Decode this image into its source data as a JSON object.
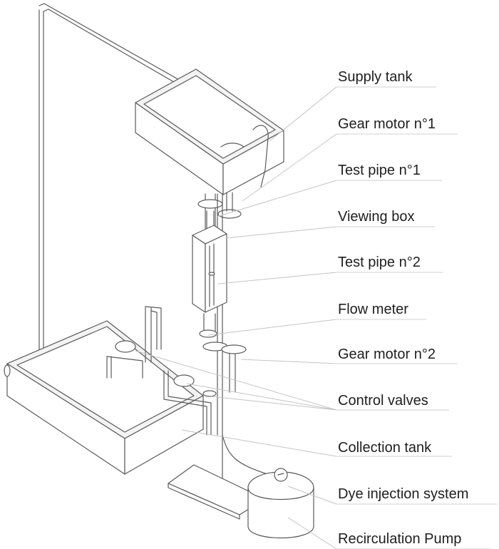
{
  "labels": [
    {
      "id": "supply-tank",
      "text": "Supply tank"
    },
    {
      "id": "gear-motor-1",
      "text": "Gear motor n°1"
    },
    {
      "id": "test-pipe-1",
      "text": "Test pipe n°1"
    },
    {
      "id": "viewing-box",
      "text": "Viewing box"
    },
    {
      "id": "test-pipe-2",
      "text": "Test pipe n°2"
    },
    {
      "id": "flow-meter",
      "text": "Flow meter"
    },
    {
      "id": "gear-motor-2",
      "text": "Gear motor n°2"
    },
    {
      "id": "control-valves",
      "text": "Control valves"
    },
    {
      "id": "collection-tank",
      "text": "Collection tank"
    },
    {
      "id": "dye-injection-system",
      "text": "Dye injection system"
    },
    {
      "id": "recirculation-pump",
      "text": "Recirculation Pump"
    }
  ]
}
